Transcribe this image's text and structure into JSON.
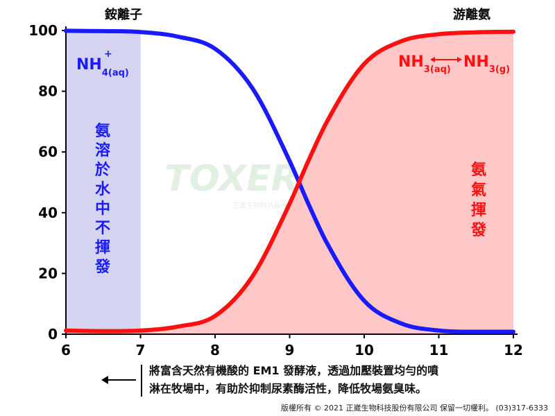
{
  "chart_data": {
    "type": "line",
    "x": [
      6,
      6.5,
      7,
      7.5,
      8,
      8.5,
      9,
      9.25,
      9.5,
      10,
      10.5,
      11,
      11.5,
      12
    ],
    "series": [
      {
        "name": "銨離子",
        "color": "#1a1aff",
        "values": [
          99.9,
          99.8,
          99.5,
          98,
          94,
          81,
          57,
          43,
          30,
          11,
          3.5,
          1.2,
          0.8,
          0.8
        ]
      },
      {
        "name": "游離氨",
        "color": "#ff1010",
        "values": [
          1.2,
          1.0,
          1.2,
          2.5,
          6,
          19,
          43,
          57,
          70,
          89,
          96.5,
          98.8,
          99.4,
          99.6
        ]
      }
    ],
    "xlim": [
      6,
      12
    ],
    "ylim": [
      0,
      100
    ],
    "xticks": [
      "6",
      "7",
      "8",
      "9",
      "10",
      "11",
      "12"
    ],
    "yticks": [
      "0",
      "20",
      "40",
      "60",
      "80",
      "100"
    ],
    "shaded_region": {
      "x_from": 6,
      "x_to": 7,
      "color": "#d4d4f0"
    },
    "label_left_top": "銨離子",
    "label_right_top": "游離氨",
    "annotations": {
      "nh4": {
        "main": "NH",
        "sub": "4(aq)",
        "sup": "+"
      },
      "equilibrium": {
        "left_main": "NH",
        "left_sub": "3(aq)",
        "right_main": "NH",
        "right_sub": "3(g)"
      },
      "left_vertical_text": [
        "氨",
        "溶",
        "於",
        "水",
        "中",
        "不",
        "揮",
        "發"
      ],
      "right_vertical_text": [
        "氨",
        "氣",
        "揮",
        "發"
      ]
    },
    "watermark": "TOXERDEN",
    "watermark_sub": "正崴生物科技股份有限公司"
  },
  "footnote": {
    "arrow": "←",
    "line1": "將富含天然有機酸的 EM1 發酵液，透過加壓裝置均勻的噴",
    "line2": "淋在牧場中，有助於抑制尿素酶活性，降低牧場氨臭味。"
  },
  "copyright": "版權所有 © 2021 正崴生物科技股份有限公司 保留一切權利。 (03)317-6333"
}
